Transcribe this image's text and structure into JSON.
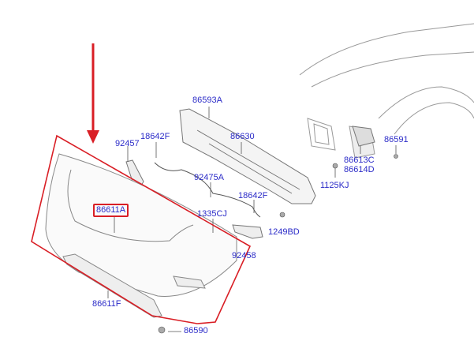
{
  "diagram": {
    "highlight_color": "#d91e25",
    "label_color": "#2b2bc8",
    "highlighted_part": "86611A",
    "labels": {
      "p86593A": "86593A",
      "p18642F_top": "18642F",
      "p86630": "86630",
      "p92457": "92457",
      "p92475A": "92475A",
      "p86613C": "86613C",
      "p86614D": "86614D",
      "p86591": "86591",
      "p1125KJ": "1125KJ",
      "p18642F_bottom": "18642F",
      "p86611A": "86611A",
      "p1335CJ": "1335CJ",
      "p1249BD": "1249BD",
      "p92458": "92458",
      "p86611F": "86611F",
      "p86590": "86590"
    }
  }
}
